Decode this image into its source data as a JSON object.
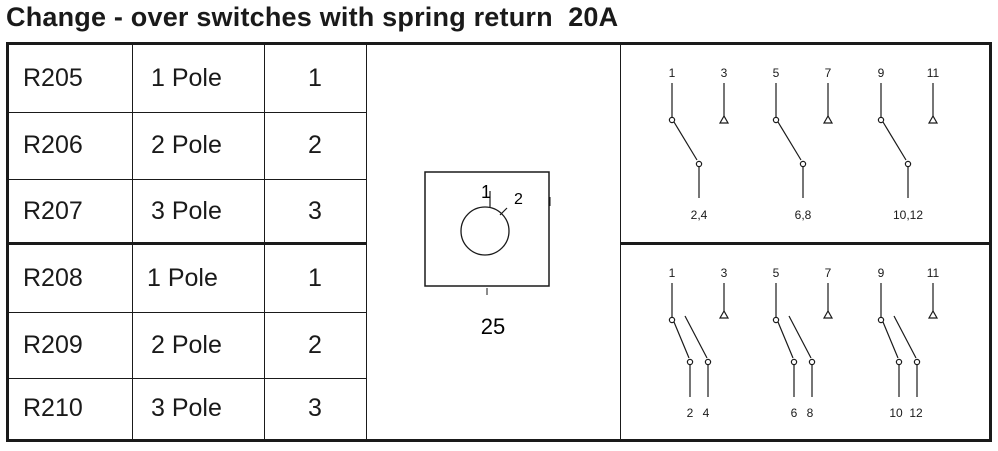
{
  "title": "Change - over switches with spring return  20A",
  "rows": [
    {
      "code": "R205",
      "poles": "1 Pole",
      "qty": "1"
    },
    {
      "code": "R206",
      "poles": "2 Pole",
      "qty": "2"
    },
    {
      "code": "R207",
      "poles": "3 Pole",
      "qty": "3"
    },
    {
      "code": "R208",
      "poles": "1 Pole",
      "qty": "1"
    },
    {
      "code": "R209",
      "poles": "2 Pole",
      "qty": "2"
    },
    {
      "code": "R210",
      "poles": "3 Pole",
      "qty": "3"
    }
  ],
  "dial": {
    "pos1": "1",
    "pos2": "2",
    "size": "25"
  },
  "diagram_top": {
    "terminals": [
      "1",
      "3",
      "5",
      "7",
      "9",
      "11"
    ],
    "outputs": [
      "2,4",
      "6,8",
      "10,12"
    ]
  },
  "diagram_bottom": {
    "terminals": [
      "1",
      "3",
      "5",
      "7",
      "9",
      "11"
    ],
    "outputs": [
      "2",
      "4",
      "6",
      "8",
      "10",
      "12"
    ]
  }
}
